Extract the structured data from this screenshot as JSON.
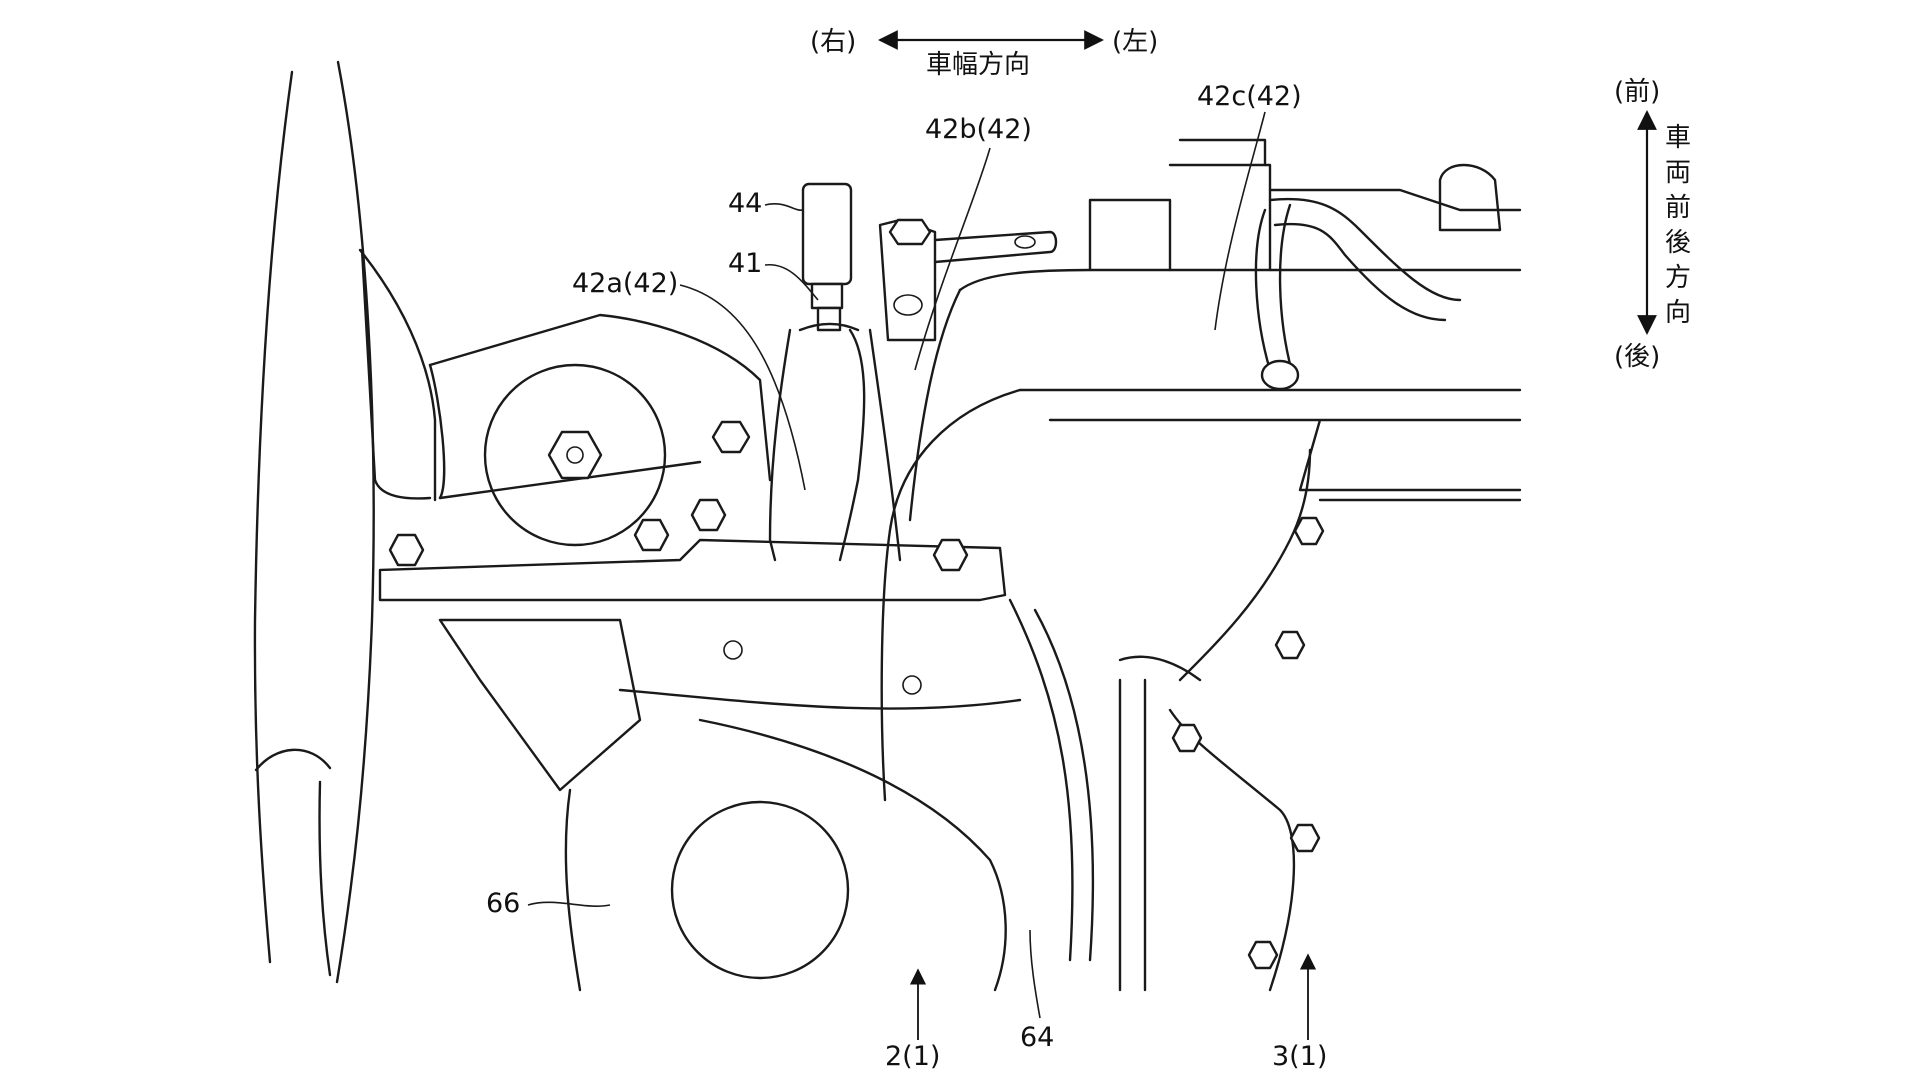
{
  "lateral_direction": {
    "right": "(右)",
    "left": "(左)",
    "caption": "車幅方向"
  },
  "longitudinal_direction": {
    "front": "(前)",
    "rear": "(後)",
    "caption_chars": [
      "車",
      "両",
      "前",
      "後",
      "方",
      "向"
    ]
  },
  "reference_labels": {
    "l44": "44",
    "l41": "41",
    "l42a": "42a(42)",
    "l42b": "42b(42)",
    "l42c": "42c(42)",
    "l66": "66",
    "l2": "2(1)",
    "l64": "64",
    "l3": "3(1)"
  },
  "colors": {
    "line": "#1a1a1a",
    "background": "#ffffff"
  }
}
